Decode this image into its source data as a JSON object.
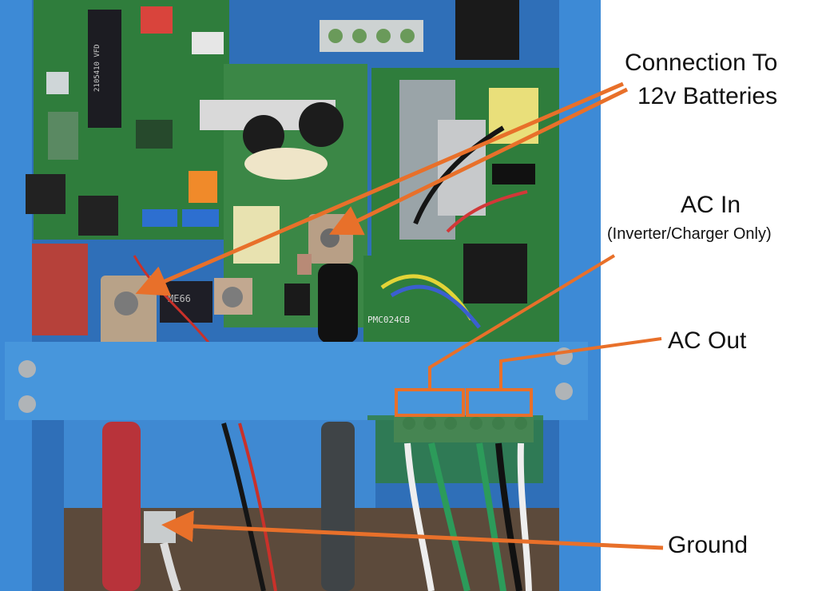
{
  "annotations": {
    "batteries": {
      "line1": "Connection To",
      "line2": "12v Batteries"
    },
    "ac_in": {
      "title": "AC In",
      "subtitle": "(Inverter/Charger Only)"
    },
    "ac_out": {
      "label": "AC Out"
    },
    "ground": {
      "label": "Ground"
    }
  },
  "pcb_markings": {
    "chip": "2105410 VFD",
    "relay": "ME66",
    "board_code": "PMC024CB"
  },
  "colors": {
    "annotation_orange": "#e8702a",
    "enclosure_blue": "#3a86d0",
    "pcb_green": "#2f7d3c"
  }
}
